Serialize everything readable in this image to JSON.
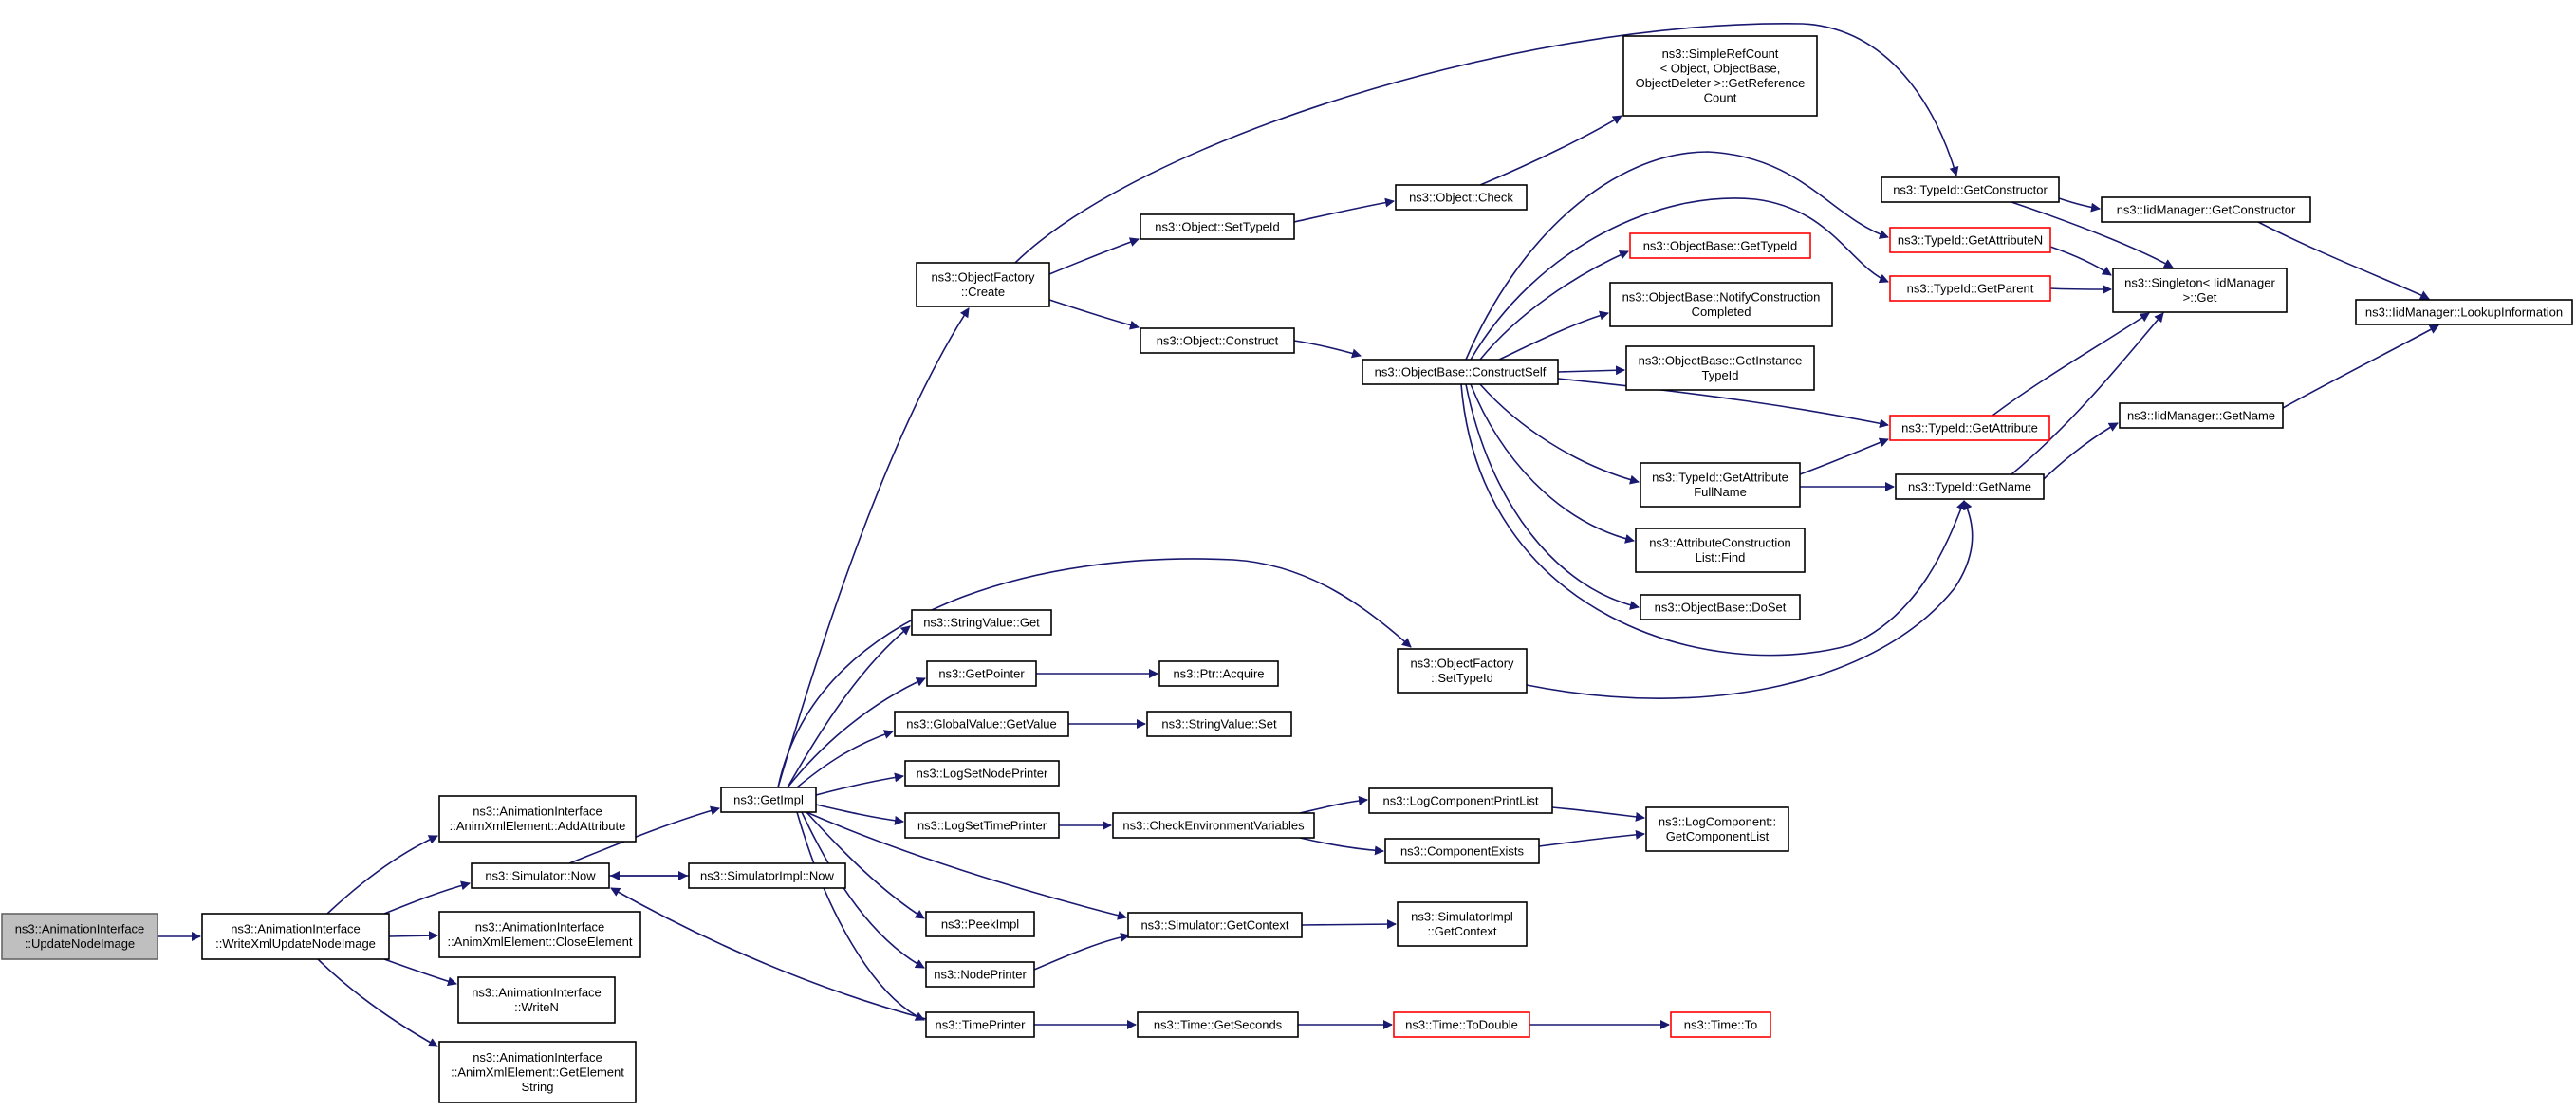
{
  "colors": {
    "edge": "#191970",
    "node_border": "#000000",
    "focus_fill": "#bfbfbf",
    "focus_border": "#666666",
    "undocumented_border": "#ff0000",
    "node_fill": "#ffffff"
  },
  "nodes": {
    "root": {
      "lines": [
        "ns3::AnimationInterface",
        "::UpdateNodeImage"
      ],
      "kind": "focus"
    },
    "writeXml": {
      "lines": [
        "ns3::AnimationInterface",
        "::WriteXmlUpdateNodeImage"
      ],
      "kind": "normal"
    },
    "addAttr": {
      "lines": [
        "ns3::AnimationInterface",
        "::AnimXmlElement::AddAttribute"
      ],
      "kind": "normal"
    },
    "simNow": {
      "lines": [
        "ns3::Simulator::Now"
      ],
      "kind": "normal"
    },
    "closeEl": {
      "lines": [
        "ns3::AnimationInterface",
        "::AnimXmlElement::CloseElement"
      ],
      "kind": "normal"
    },
    "writeN": {
      "lines": [
        "ns3::AnimationInterface",
        "::WriteN"
      ],
      "kind": "normal"
    },
    "getElStr": {
      "lines": [
        "ns3::AnimationInterface",
        "::AnimXmlElement::GetElement",
        "String"
      ],
      "kind": "normal"
    },
    "getImpl": {
      "lines": [
        "ns3::GetImpl"
      ],
      "kind": "normal"
    },
    "simImplNow": {
      "lines": [
        "ns3::SimulatorImpl::Now"
      ],
      "kind": "normal"
    },
    "ofCreate": {
      "lines": [
        "ns3::ObjectFactory",
        "::Create"
      ],
      "kind": "normal"
    },
    "strValGet": {
      "lines": [
        "ns3::StringValue::Get"
      ],
      "kind": "normal"
    },
    "getPointer": {
      "lines": [
        "ns3::GetPointer"
      ],
      "kind": "normal"
    },
    "gvGetValue": {
      "lines": [
        "ns3::GlobalValue::GetValue"
      ],
      "kind": "normal"
    },
    "logSetNode": {
      "lines": [
        "ns3::LogSetNodePrinter"
      ],
      "kind": "normal"
    },
    "logSetTime": {
      "lines": [
        "ns3::LogSetTimePrinter"
      ],
      "kind": "normal"
    },
    "peekImpl": {
      "lines": [
        "ns3::PeekImpl"
      ],
      "kind": "normal"
    },
    "nodePrinter": {
      "lines": [
        "ns3::NodePrinter"
      ],
      "kind": "normal"
    },
    "timePrinter": {
      "lines": [
        "ns3::TimePrinter"
      ],
      "kind": "normal"
    },
    "objSetTypeId": {
      "lines": [
        "ns3::Object::SetTypeId"
      ],
      "kind": "normal"
    },
    "objConstruct": {
      "lines": [
        "ns3::Object::Construct"
      ],
      "kind": "normal"
    },
    "ptrAcquire": {
      "lines": [
        "ns3::Ptr::Acquire"
      ],
      "kind": "normal"
    },
    "strValSet": {
      "lines": [
        "ns3::StringValue::Set"
      ],
      "kind": "normal"
    },
    "checkEnv": {
      "lines": [
        "ns3::CheckEnvironmentVariables"
      ],
      "kind": "normal"
    },
    "simGetCtx": {
      "lines": [
        "ns3::Simulator::GetContext"
      ],
      "kind": "normal"
    },
    "timeGetSec": {
      "lines": [
        "ns3::Time::GetSeconds"
      ],
      "kind": "normal"
    },
    "objCheck": {
      "lines": [
        "ns3::Object::Check"
      ],
      "kind": "normal"
    },
    "obConstructSelf": {
      "lines": [
        "ns3::ObjectBase::ConstructSelf"
      ],
      "kind": "normal"
    },
    "ofSetTypeId": {
      "lines": [
        "ns3::ObjectFactory",
        "::SetTypeId"
      ],
      "kind": "normal"
    },
    "logCompPrintList": {
      "lines": [
        "ns3::LogComponentPrintList"
      ],
      "kind": "normal"
    },
    "compExists": {
      "lines": [
        "ns3::ComponentExists"
      ],
      "kind": "normal"
    },
    "simImplGetCtx": {
      "lines": [
        "ns3::SimulatorImpl",
        "::GetContext"
      ],
      "kind": "normal"
    },
    "timeToDouble": {
      "lines": [
        "ns3::Time::ToDouble"
      ],
      "kind": "undoc"
    },
    "simpleRefCount": {
      "lines": [
        "ns3::SimpleRefCount",
        "< Object, ObjectBase,",
        "ObjectDeleter >::GetReference",
        "Count"
      ],
      "kind": "normal"
    },
    "obGetTypeId": {
      "lines": [
        "ns3::ObjectBase::GetTypeId"
      ],
      "kind": "undoc"
    },
    "obNotify": {
      "lines": [
        "ns3::ObjectBase::NotifyConstruction",
        "Completed"
      ],
      "kind": "normal"
    },
    "obGetInstance": {
      "lines": [
        "ns3::ObjectBase::GetInstance",
        "TypeId"
      ],
      "kind": "normal"
    },
    "tidGetAttrFull": {
      "lines": [
        "ns3::TypeId::GetAttribute",
        "FullName"
      ],
      "kind": "normal"
    },
    "acListFind": {
      "lines": [
        "ns3::AttributeConstruction",
        "List::Find"
      ],
      "kind": "normal"
    },
    "obDoSet": {
      "lines": [
        "ns3::ObjectBase::DoSet"
      ],
      "kind": "normal"
    },
    "logCompGetList": {
      "lines": [
        "ns3::LogComponent::",
        "GetComponentList"
      ],
      "kind": "normal"
    },
    "timeTo": {
      "lines": [
        "ns3::Time::To"
      ],
      "kind": "undoc"
    },
    "tidGetConstructor": {
      "lines": [
        "ns3::TypeId::GetConstructor"
      ],
      "kind": "normal"
    },
    "tidGetAttrN": {
      "lines": [
        "ns3::TypeId::GetAttributeN"
      ],
      "kind": "undoc"
    },
    "tidGetParent": {
      "lines": [
        "ns3::TypeId::GetParent"
      ],
      "kind": "undoc"
    },
    "tidGetAttr": {
      "lines": [
        "ns3::TypeId::GetAttribute"
      ],
      "kind": "undoc"
    },
    "tidGetName": {
      "lines": [
        "ns3::TypeId::GetName"
      ],
      "kind": "normal"
    },
    "iidGetConstructor": {
      "lines": [
        "ns3::IidManager::GetConstructor"
      ],
      "kind": "normal"
    },
    "singletonGet": {
      "lines": [
        "ns3::Singleton< IidManager",
        ">::Get"
      ],
      "kind": "normal"
    },
    "iidGetName": {
      "lines": [
        "ns3::IidManager::GetName"
      ],
      "kind": "normal"
    },
    "iidLookup": {
      "lines": [
        "ns3::IidManager::LookupInformation"
      ],
      "kind": "normal"
    }
  }
}
